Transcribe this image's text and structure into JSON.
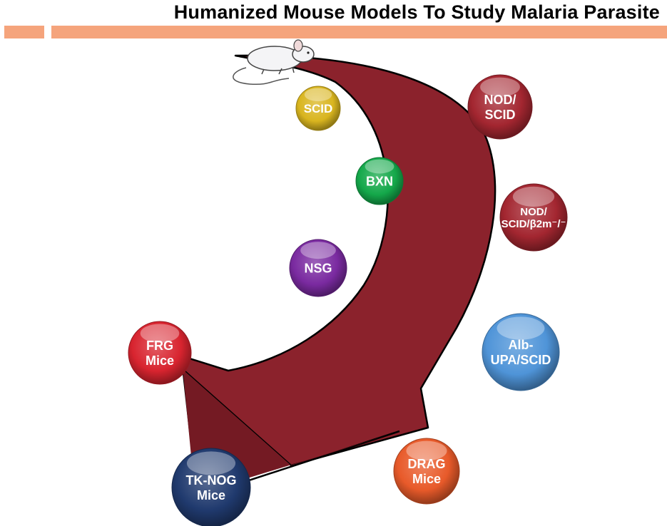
{
  "title": "Humanized Mouse Models To Study Malaria Parasite",
  "models": [
    {
      "id": "scid",
      "lines": [
        "SCID"
      ],
      "color": "#d9b51f"
    },
    {
      "id": "bxn",
      "lines": [
        "BXN"
      ],
      "color": "#14a84a"
    },
    {
      "id": "nsg",
      "lines": [
        "NSG"
      ],
      "color": "#7a2aa0"
    },
    {
      "id": "frg-mice",
      "lines": [
        "FRG",
        "Mice"
      ],
      "color": "#d8242f"
    },
    {
      "id": "tk-nog-mice",
      "lines": [
        "TK-NOG",
        "Mice"
      ],
      "color": "#203a6e"
    },
    {
      "id": "nod-scid",
      "lines": [
        "NOD/",
        "SCID"
      ],
      "color": "#a32630"
    },
    {
      "id": "nod-scid-b2m",
      "lines": [
        "NOD/",
        "SCID/β2m⁻/⁻"
      ],
      "color": "#a32630"
    },
    {
      "id": "alb-upa-scid",
      "lines": [
        "Alb-",
        "UPA/SCID"
      ],
      "color": "#4f94d8"
    },
    {
      "id": "drag-mice",
      "lines": [
        "DRAG",
        "Mice"
      ],
      "color": "#e85a2a"
    }
  ],
  "colors": {
    "arrow": "#8b222c",
    "accent_bar": "#f5a47c"
  },
  "icons": {
    "mouse": "mouse-icon"
  }
}
